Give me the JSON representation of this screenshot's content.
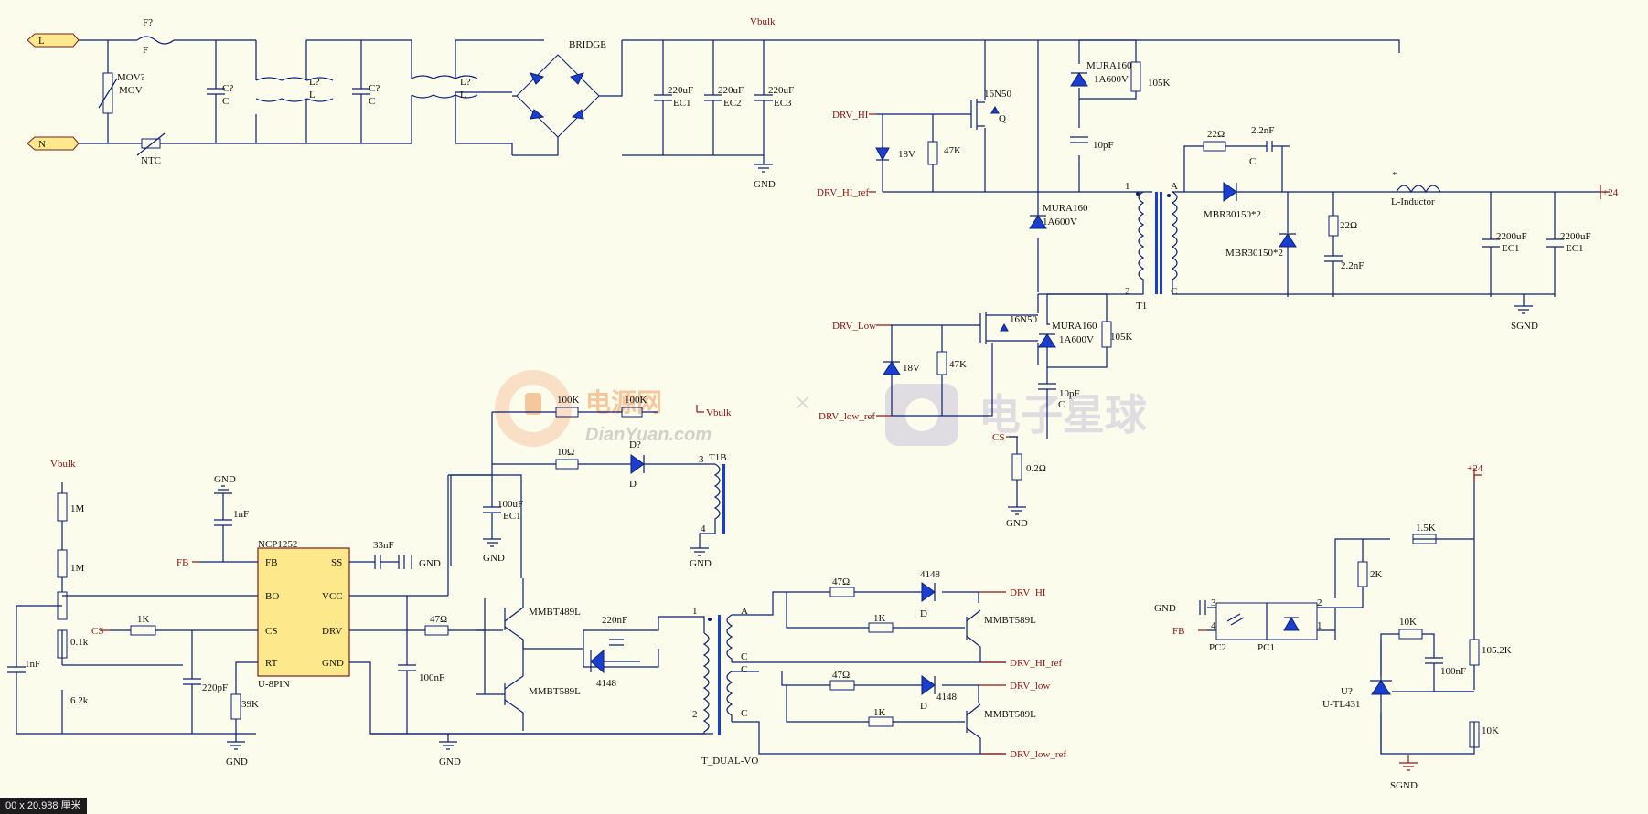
{
  "statusbar": {
    "text": "00 x 20.988 厘米"
  },
  "watermark": {
    "brand_cn": "电源网",
    "brand_en": "DianYuan.com",
    "separator": "×",
    "brand2_cn": "电子星球"
  },
  "ports": {
    "L": "L",
    "N": "N"
  },
  "nets": {
    "vbulk": "Vbulk",
    "gnd": "GND",
    "sgnd": "SGND",
    "plus24": "+24",
    "drv_hi": "DRV_HI",
    "drv_hi_ref": "DRV_HI_ref",
    "drv_low": "DRV_Low",
    "drv_low_ref": "DRV_low_ref",
    "drv_hi2": "DRV_HI",
    "drv_hi_ref2": "DRV_HI_ref",
    "drv_low2": "DRV_low",
    "drv_low_ref2": "DRV_low_ref",
    "cs": "CS",
    "fb": "FB"
  },
  "labels": {
    "fuse_des": "F?",
    "fuse_val": "F",
    "mov_des": "MOV?",
    "mov_val": "MOV",
    "ntc": "NTC",
    "c1_des": "C?",
    "c1_val": "C",
    "l1_des": "L?",
    "l1_val": "L",
    "c2_des": "C?",
    "c2_val": "C",
    "l2_des": "L?",
    "l2_val": "L",
    "bridge": "BRIDGE",
    "ec_val": "220uF",
    "ec1": "EC1",
    "ec2": "EC2",
    "ec3": "EC3",
    "q_hi": "16N50",
    "q_hi_des": "Q",
    "q_lo": "16N50",
    "z18": "18V",
    "r47k": "47K",
    "mura": "MURA160",
    "mura_rating": "1A600V",
    "r105k": "105K",
    "c10p": "10pF",
    "c10p_des": "C",
    "r02": "0.2Ω",
    "t1": "T1",
    "pin1": "1",
    "pin2": "2",
    "pinA": "A",
    "pinC": "C",
    "r22": "22Ω",
    "c22n": "2.2nF",
    "c22n_des": "C",
    "mbr": "MBR30150*2",
    "star": "*",
    "lind": "L-Inductor",
    "ec2200": "2200uF",
    "ec2200_des": "EC1",
    "r100k": "100K",
    "r10": "10Ω",
    "d_des": "D?",
    "d_val": "D",
    "t1b": "T1B",
    "pin3": "3",
    "pin4": "4",
    "ec100": "100uF",
    "ec100_des": "EC1",
    "chip": "NCP1252",
    "chip_pkg": "U-8PIN",
    "pin_fb": "FB",
    "pin_bo": "BO",
    "pin_cs": "CS",
    "pin_rt": "RT",
    "pin_ss": "SS",
    "pin_vcc": "VCC",
    "pin_drv": "DRV",
    "pin_gnd": "GND",
    "c1nf": "1nF",
    "c33n": "33nF",
    "r1m": "1M",
    "r0_1k": "0.1k",
    "r6_2k": "6.2k",
    "r1k": "1K",
    "c220p": "220pF",
    "r39k": "39K",
    "c100n": "100nF",
    "r47": "47Ω",
    "mmbt489": "MMBT489L",
    "mmbt589": "MMBT589L",
    "c220n": "220nF",
    "d4148": "4148",
    "tdual": "T_DUAL-VO",
    "ddes": "D",
    "pc2": "PC2",
    "pc1": "PC1",
    "r1_5k": "1.5K",
    "r2k": "2K",
    "r10k": "10K",
    "r105_2k": "105.2K",
    "u_des": "U?",
    "u_val": "U-TL431",
    "opto_p3": "3",
    "opto_p4": "4",
    "opto_p2": "2",
    "opto_p1": "1"
  }
}
